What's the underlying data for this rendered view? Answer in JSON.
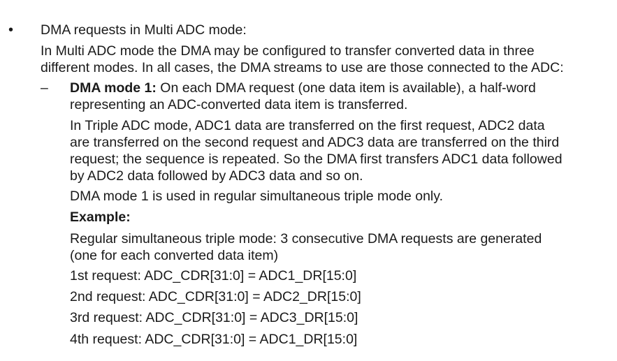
{
  "bullet": {
    "glyph": "•",
    "title": "DMA requests in Multi ADC mode:"
  },
  "intro": {
    "line1": "In Multi ADC mode the DMA may be configured to transfer converted data in three",
    "line2": "different modes. In all cases, the DMA streams to use are those connected to the ADC:"
  },
  "mode1": {
    "dash": "–",
    "label": "DMA mode 1:",
    "text_line1": " On each DMA request (one data item is available), a half-word",
    "text_line2": "representing an ADC-converted data item is transferred.",
    "triple_line1": "In Triple ADC mode, ADC1 data are transferred on the first request, ADC2 data",
    "triple_line2": "are transferred on the second request and ADC3 data are transferred on the third",
    "triple_line3": "request; the sequence is repeated. So the DMA first transfers ADC1 data followed",
    "triple_line4": "by ADC2 data followed by ADC3 data and so on.",
    "usage": "DMA mode 1 is used in regular simultaneous triple mode only.",
    "example_label": "Example:",
    "example_line1": "Regular simultaneous triple mode: 3 consecutive DMA requests are generated",
    "example_line2": "(one for each converted data item)",
    "requests": [
      "1st request: ADC_CDR[31:0] = ADC1_DR[15:0]",
      "2nd request: ADC_CDR[31:0] = ADC2_DR[15:0]",
      "3rd request: ADC_CDR[31:0] = ADC3_DR[15:0]",
      "4th request: ADC_CDR[31:0] = ADC1_DR[15:0]"
    ]
  }
}
